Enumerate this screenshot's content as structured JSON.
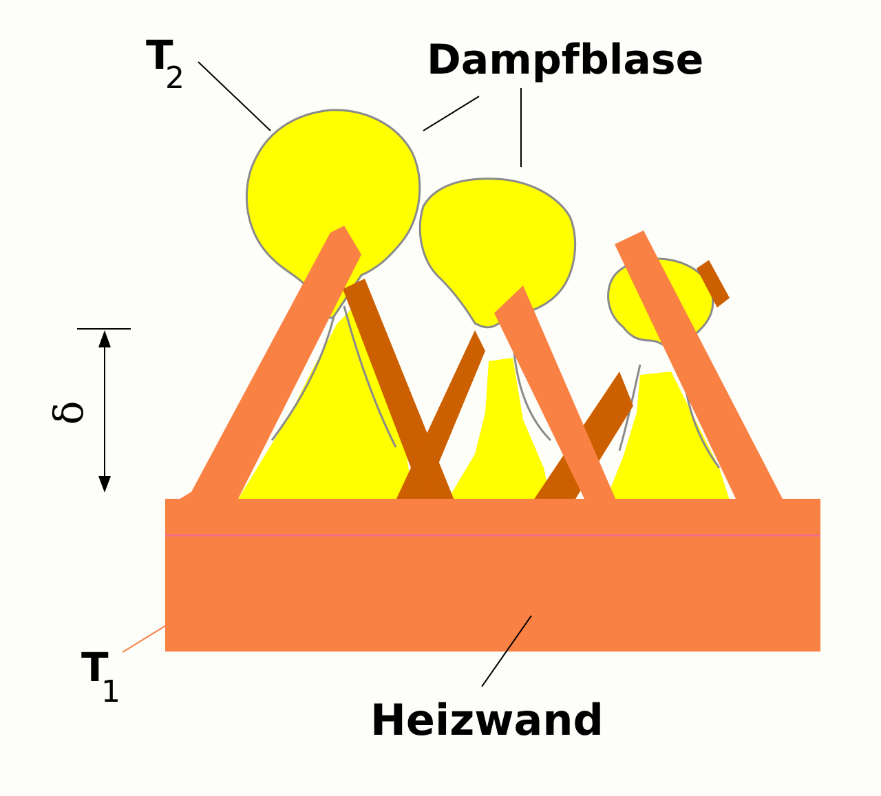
{
  "labels": {
    "t2_main": "T",
    "t2_sub": "2",
    "t1_main": "T",
    "t1_sub": "1",
    "bubble": "Dampfblase",
    "wall": "Heizwand",
    "delta": "δ"
  },
  "colors": {
    "wall": "#f98144",
    "fin_light": "#f98144",
    "fin_dark": "#cc5f00",
    "vapor": "#ffff00",
    "outline": "#8a8a8a",
    "wall_line": "#f06e8a"
  }
}
